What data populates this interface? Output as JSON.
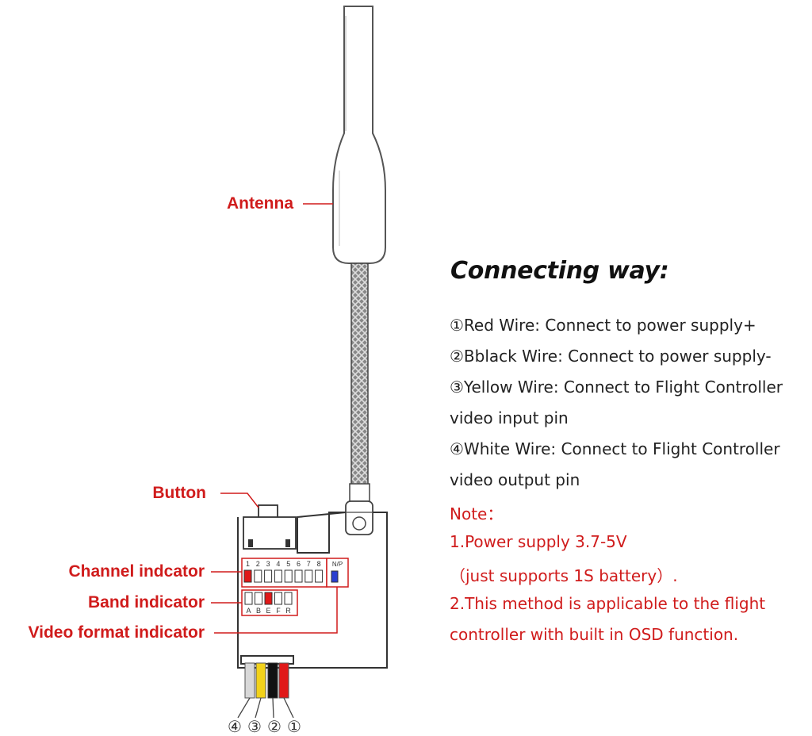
{
  "labels": {
    "antenna": "Antenna",
    "button": "Button",
    "channel_indicator": "Channel indcator",
    "band_indicator": "Band indicator",
    "video_format_indicator": "Video format indicator"
  },
  "channel_numbers": [
    "1",
    "2",
    "3",
    "4",
    "5",
    "6",
    "7",
    "8"
  ],
  "np_label": "N/P",
  "band_letters": [
    "A",
    "B",
    "E",
    "F",
    "R"
  ],
  "wire_numbers": [
    "④",
    "③",
    "②",
    "①"
  ],
  "heading": "Connecting way:",
  "instructions": [
    "①Red Wire: Connect to power supply+",
    "②Bblack Wire: Connect to power supply-",
    "③Yellow Wire: Connect to Flight Controller",
    "video input pin",
    "④White Wire: Connect to Flight Controller",
    "video output pin"
  ],
  "note": {
    "title": "Note：",
    "lines": [
      "1.Power supply 3.7-5V",
      "（just supports 1S battery）.",
      "2.This method is applicable to the flight",
      "controller with built in OSD function."
    ]
  },
  "colors": {
    "label_red": "#d01c1c",
    "wire_red": "#e01818",
    "wire_black": "#111111",
    "wire_yellow": "#f2d21a",
    "wire_white": "#d8d8d8",
    "np_blue": "#2a3fd0"
  }
}
